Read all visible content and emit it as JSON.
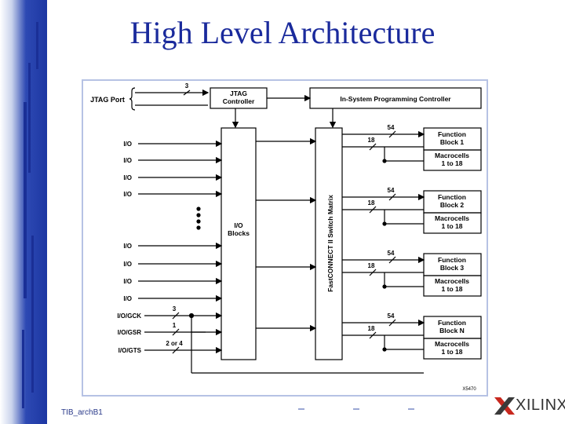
{
  "slide": {
    "title": "High Level Architecture",
    "footer": "TIB_archB1",
    "logo_text": "XILINX"
  },
  "diagram": {
    "jtag_port_label": "JTAG Port",
    "jtag_bus_width": "3",
    "jtag_controller": "JTAG\nController",
    "isp_controller": "In-System Programming Controller",
    "io_blocks": "I/O\nBlocks",
    "switch_matrix": "FastCONNECT II Switch Matrix",
    "io_pins": [
      "I/O",
      "I/O",
      "I/O",
      "I/O",
      "I/O",
      "I/O",
      "I/O",
      "I/O"
    ],
    "special_pins": [
      {
        "label": "I/O/GCK",
        "width": "3"
      },
      {
        "label": "I/O/GSR",
        "width": "1"
      },
      {
        "label": "I/O/GTS",
        "width": "2 or 4"
      }
    ],
    "function_blocks": [
      {
        "name": "Function\nBlock 1",
        "macrocells": "Macrocells\n1 to 18",
        "in_width": "54",
        "out_width": "18"
      },
      {
        "name": "Function\nBlock 2",
        "macrocells": "Macrocells\n1 to 18",
        "in_width": "54",
        "out_width": "18"
      },
      {
        "name": "Function\nBlock 3",
        "macrocells": "Macrocells\n1 to 18",
        "in_width": "54",
        "out_width": "18"
      },
      {
        "name": "Function\nBlock N",
        "macrocells": "Macrocells\n1 to 18",
        "in_width": "54",
        "out_width": "18"
      }
    ],
    "figure_id": "X5470"
  },
  "colors": {
    "title": "#1a2a9c",
    "band_dark": "#1d37a3",
    "frame": "#b6c2e4"
  }
}
